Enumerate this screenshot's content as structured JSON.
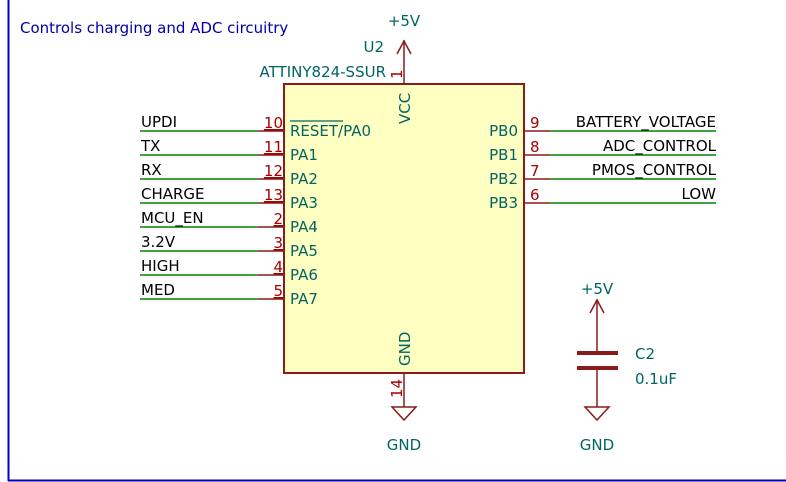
{
  "sheet": {
    "note": "Controls charging and ADC circuitry",
    "colors": {
      "border": "#0000c8",
      "note": "#0000a4",
      "wire": "#008400",
      "pin": "#8b1a1a",
      "body_fill": "#ffffc2",
      "body_stroke": "#8b1a1a",
      "label": "#006464"
    }
  },
  "u2": {
    "ref": "U2",
    "value": "ATTINY824-SSUR",
    "power_pins": {
      "vcc": {
        "name": "VCC",
        "number": "1",
        "net": "+5V"
      },
      "gnd": {
        "name": "GND",
        "number": "14",
        "net": "GND"
      }
    },
    "left_pins": [
      {
        "number": "10",
        "name": "RESET/PA0",
        "net": "UPDI"
      },
      {
        "number": "11",
        "name": "PA1",
        "net": "TX"
      },
      {
        "number": "12",
        "name": "PA2",
        "net": "RX"
      },
      {
        "number": "13",
        "name": "PA3",
        "net": "CHARGE"
      },
      {
        "number": "2",
        "name": "PA4",
        "net": "MCU_EN"
      },
      {
        "number": "3",
        "name": "PA5",
        "net": "3.2V"
      },
      {
        "number": "4",
        "name": "PA6",
        "net": "HIGH"
      },
      {
        "number": "5",
        "name": "PA7",
        "net": "MED"
      }
    ],
    "right_pins": [
      {
        "number": "9",
        "name": "PB0",
        "net": "BATTERY_VOLTAGE"
      },
      {
        "number": "8",
        "name": "PB1",
        "net": "ADC_CONTROL"
      },
      {
        "number": "7",
        "name": "PB2",
        "net": "PMOS_CONTROL"
      },
      {
        "number": "6",
        "name": "PB3",
        "net": "LOW"
      }
    ]
  },
  "c2": {
    "ref": "C2",
    "value": "0.1uF",
    "top_net": "+5V",
    "bottom_net": "GND"
  }
}
